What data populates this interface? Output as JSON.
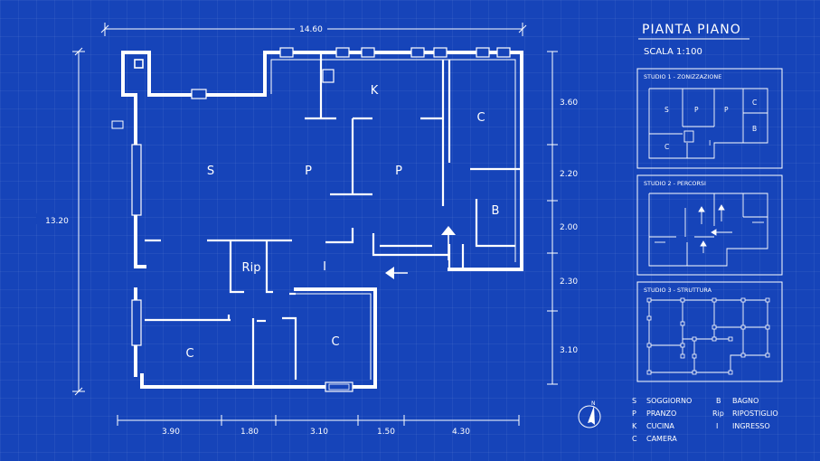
{
  "title": "PIANTA PIANO",
  "scale": "SCALA 1:100",
  "plan": {
    "overall_width": "14.60",
    "overall_height": "13.20",
    "bottom_dims": [
      "3.90",
      "1.80",
      "3.10",
      "1.50",
      "4.30"
    ],
    "right_dims": [
      "3.60",
      "2.20",
      "2.00",
      "2.30",
      "3.10"
    ],
    "rooms": {
      "soggiorno": "S",
      "pranzo_1": "P",
      "pranzo_2": "P",
      "cucina": "K",
      "camera_1": "C",
      "bagno": "B",
      "ripostiglio": "Rip",
      "ingresso": "I",
      "camera_2": "C",
      "camera_3": "C"
    }
  },
  "studies": [
    {
      "title": "STUDIO 1 - ZONIZZAZIONE",
      "labels": [
        "S",
        "P",
        "P",
        "C",
        "B",
        "C",
        "I"
      ]
    },
    {
      "title": "STUDIO 2 - PERCORSI"
    },
    {
      "title": "STUDIO 3 - STRUTTURA"
    }
  ],
  "compass": "N",
  "legend": [
    {
      "code": "S",
      "label": "SOGGIORNO"
    },
    {
      "code": "P",
      "label": "PRANZO"
    },
    {
      "code": "K",
      "label": "CUCINA"
    },
    {
      "code": "C",
      "label": "CAMERA"
    },
    {
      "code": "B",
      "label": "BAGNO"
    },
    {
      "code": "Rip",
      "label": "RIPOSTIGLIO"
    },
    {
      "code": "I",
      "label": "INGRESSO"
    }
  ]
}
